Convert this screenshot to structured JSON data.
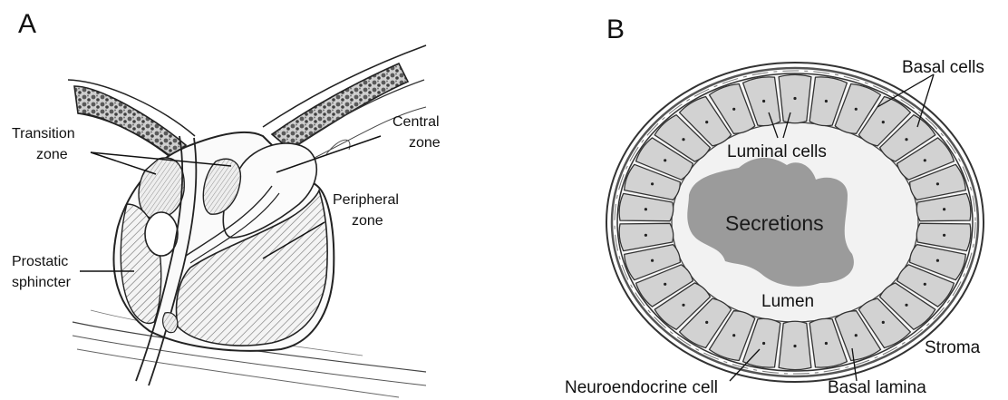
{
  "panel_a": {
    "letter": "A",
    "labels": {
      "transition_1": "Transition",
      "transition_2": "zone",
      "central_1": "Central",
      "central_2": "zone",
      "peripheral_1": "Peripheral",
      "peripheral_2": "zone",
      "sphincter_1": "Prostatic",
      "sphincter_2": "sphincter"
    }
  },
  "panel_b": {
    "letter": "B",
    "labels": {
      "basal_cells": "Basal cells",
      "luminal_cells": "Luminal cells",
      "secretions": "Secretions",
      "lumen": "Lumen",
      "stroma": "Stroma",
      "neuroendocrine": "Neuroendocrine cell",
      "basal_lamina": "Basal lamina"
    },
    "colors": {
      "cell_fill": "#d2d2d2",
      "secretions_fill": "#9b9b9b",
      "lumen_fill": "#f2f2f2"
    }
  }
}
